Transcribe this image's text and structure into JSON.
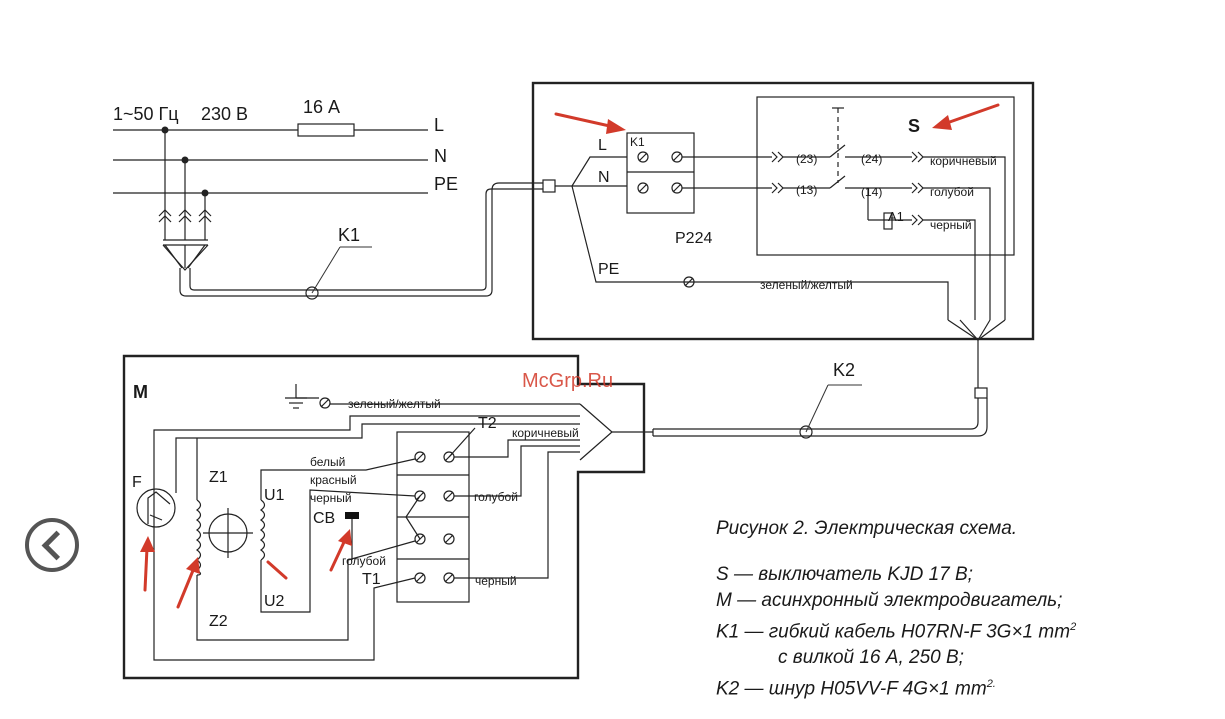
{
  "supply": {
    "freq": "1~50 Гц",
    "voltage": "230 В",
    "fuse": "16 А",
    "L": "L",
    "N": "N",
    "PE": "PE"
  },
  "cables": {
    "k1": "K1",
    "k2": "K2"
  },
  "switch_box": {
    "terminal_block_label": "K1",
    "terminal_block_name": "P224",
    "L": "L",
    "N": "N",
    "PE": "PE",
    "switch_label": "S",
    "contacts": {
      "c23": "(23)",
      "c24": "(24)",
      "c13": "(13)",
      "c14": "(14)",
      "a1": "A1"
    },
    "wires": {
      "brown": "коричневый",
      "blue": "голубой",
      "black": "черный",
      "green_yellow": "зеленый/желтый"
    }
  },
  "motor_box": {
    "label": "M",
    "green_yellow": "зеленый/желтый",
    "brown": "коричневый",
    "white": "белый",
    "red": "красный",
    "black": "черный",
    "blue": "голубой",
    "black2": "черный",
    "blue2": "голубой",
    "t1": "T1",
    "t2": "T2",
    "z1": "Z1",
    "z2": "Z2",
    "u1": "U1",
    "u2": "U2",
    "f": "F",
    "cb": "CB"
  },
  "watermark": "McGrp.Ru",
  "legend": {
    "caption": "Рисунок 2. Электрическая схема.",
    "s": "S — выключатель KJD 17 B;",
    "m": "M — асинхронный электродвигатель;",
    "k1": "K1 — гибкий кабель H07RN-F 3G×1 mm",
    "k1_sup": "2",
    "k1_cont": "с вилкой 16 А, 250 В;",
    "k2": "K2 — шнур H05VV-F 4G×1 mm",
    "k2_sup": "2."
  },
  "colors": {
    "accent_arrow": "#d23a2a",
    "line": "#222222"
  },
  "icons": {
    "back": "chevron-left-icon"
  }
}
